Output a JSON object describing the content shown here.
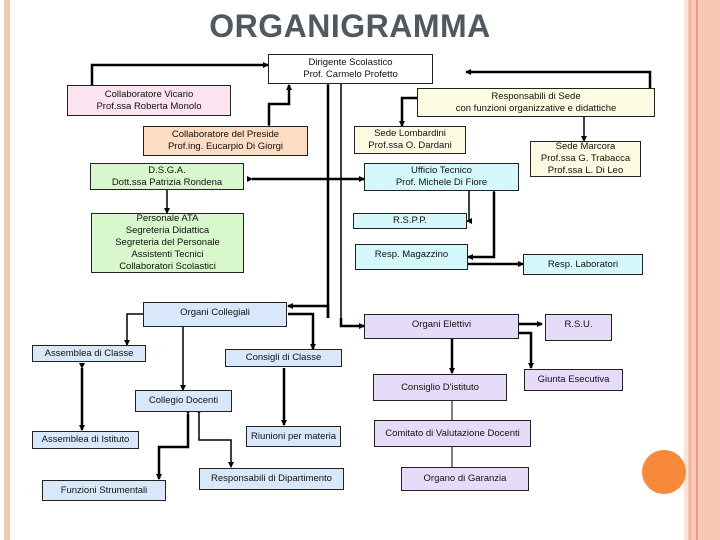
{
  "title": "ORGANIGRAMMA",
  "nodes": {
    "dirigente": [
      "Dirigente Scolastico",
      "Prof. Carmelo Profetto"
    ],
    "vicario": [
      "Collaboratore Vicario",
      "Prof.ssa Roberta Monolo"
    ],
    "responsabili_sede": [
      "Responsabili di Sede",
      "con funzioni organizzative e didattiche"
    ],
    "collaboratore_preside": [
      "Collaboratore del Preside",
      "Prof.ing. Eucarpio Di Giorgi"
    ],
    "sede_lombardini": [
      "Sede Lombardini",
      "Prof.ssa O. Dardani"
    ],
    "sede_marcora": [
      "Sede Marcora",
      "Prof.ssa G. Trabacca",
      "Prof.ssa L. Di Leo"
    ],
    "dsga": [
      "D.S.G.A.",
      "Dott.ssa Patrizia Rondena"
    ],
    "ufficio_tecnico": [
      "Ufficio Tecnico",
      "Prof. Michele Di Fiore"
    ],
    "personale_ata": [
      "Personale ATA",
      "Segreteria Didattica",
      "Segreteria del Personale",
      "Assistenti Tecnici",
      "Collaboratori Scolastici"
    ],
    "rspp": [
      "R.S.P.P."
    ],
    "resp_magazzino": [
      "Resp. Magazzino"
    ],
    "resp_laboratori": [
      "Resp. Laboratori"
    ],
    "organi_collegiali": [
      "Organi Collegiali"
    ],
    "organi_elettivi": [
      "Organi Elettivi"
    ],
    "rsu": [
      "R.S.U."
    ],
    "assemblea_classe": [
      "Assemblea di Classe"
    ],
    "consigli_classe": [
      "Consigli di Classe"
    ],
    "consiglio_istituto": [
      "Consiglio D'istituto"
    ],
    "giunta_esecutiva": [
      "Giunta Esecutiva"
    ],
    "collegio_docenti": [
      "Collegio Docenti"
    ],
    "riunioni_materia": [
      "Riunioni per materia"
    ],
    "comitato_valutazione": [
      "Comitato di Valutazione Docenti"
    ],
    "assemblea_istituto": [
      "Assemblea di Istituto"
    ],
    "responsabili_dipartimento": [
      "Responsabili di Dipartimento"
    ],
    "organo_garanzia": [
      "Organo di Garanzia"
    ],
    "funzioni_strumentali": [
      "Funzioni Strumentali"
    ]
  },
  "colors": {
    "vicario": "#fbe3ef",
    "preside": "#fcdcc2",
    "ata": "#d8f7cc",
    "sede": "#fdfbe2",
    "tecnico": "#d4f8fc",
    "collegiali": "#d8e8fa",
    "elettivi": "#e6dcfa",
    "accent_circle": "#f8893a",
    "border_band": "#f8c8b6"
  }
}
